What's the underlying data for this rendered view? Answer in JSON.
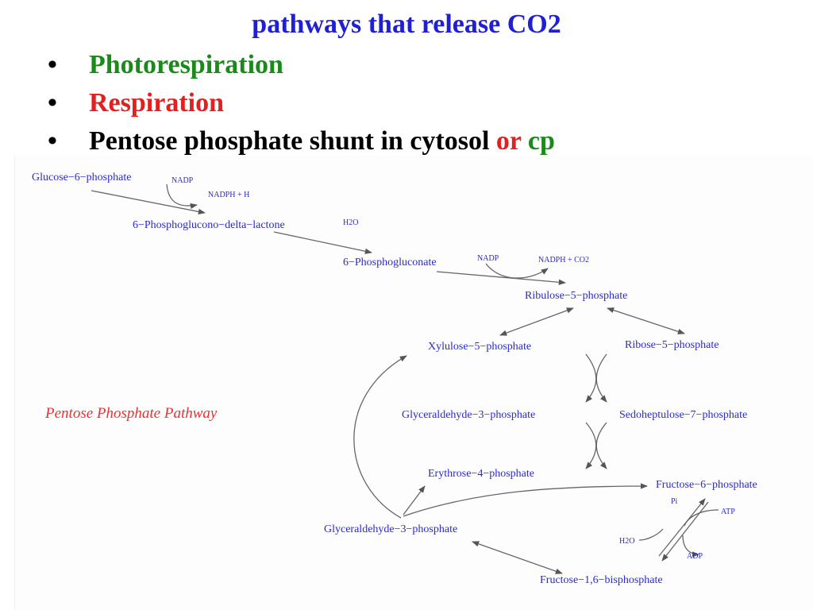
{
  "slide": {
    "title": "pathways that release CO2",
    "bullet_char": "•",
    "bullets": [
      {
        "text": "Photorespiration",
        "color": "#1a8a1a"
      },
      {
        "text": "Respiration",
        "color": "#e32020"
      },
      {
        "text": "Pentose phosphate shunt in cytosol ",
        "or": "or",
        "cp": "cp"
      }
    ]
  },
  "diagram": {
    "caption": "Pentose Phosphate Pathway",
    "metabolites": {
      "g6p": "Glucose−6−phosphate",
      "pgdl": "6−Phosphoglucono−delta−lactone",
      "pg": "6−Phosphogluconate",
      "ru5p": "Ribulose−5−phosphate",
      "xu5p": "Xylulose−5−phosphate",
      "r5p": "Ribose−5−phosphate",
      "gap1": "Glyceraldehyde−3−phosphate",
      "s7p": "Sedoheptulose−7−phosphate",
      "e4p": "Erythrose−4−phosphate",
      "f6p": "Fructose−6−phosphate",
      "gap2": "Glyceraldehyde−3−phosphate",
      "fbp": "Fructose−1,6−bisphosphate"
    },
    "cofactors": {
      "nadp1": "NADP",
      "nadph1": "NADPH + H",
      "h2o1": "H2O",
      "nadp2": "NADP",
      "nadph2": "NADPH + CO2",
      "pi": "Pi",
      "atp": "ATP",
      "h2o2": "H2O",
      "adp": "ADP"
    }
  }
}
